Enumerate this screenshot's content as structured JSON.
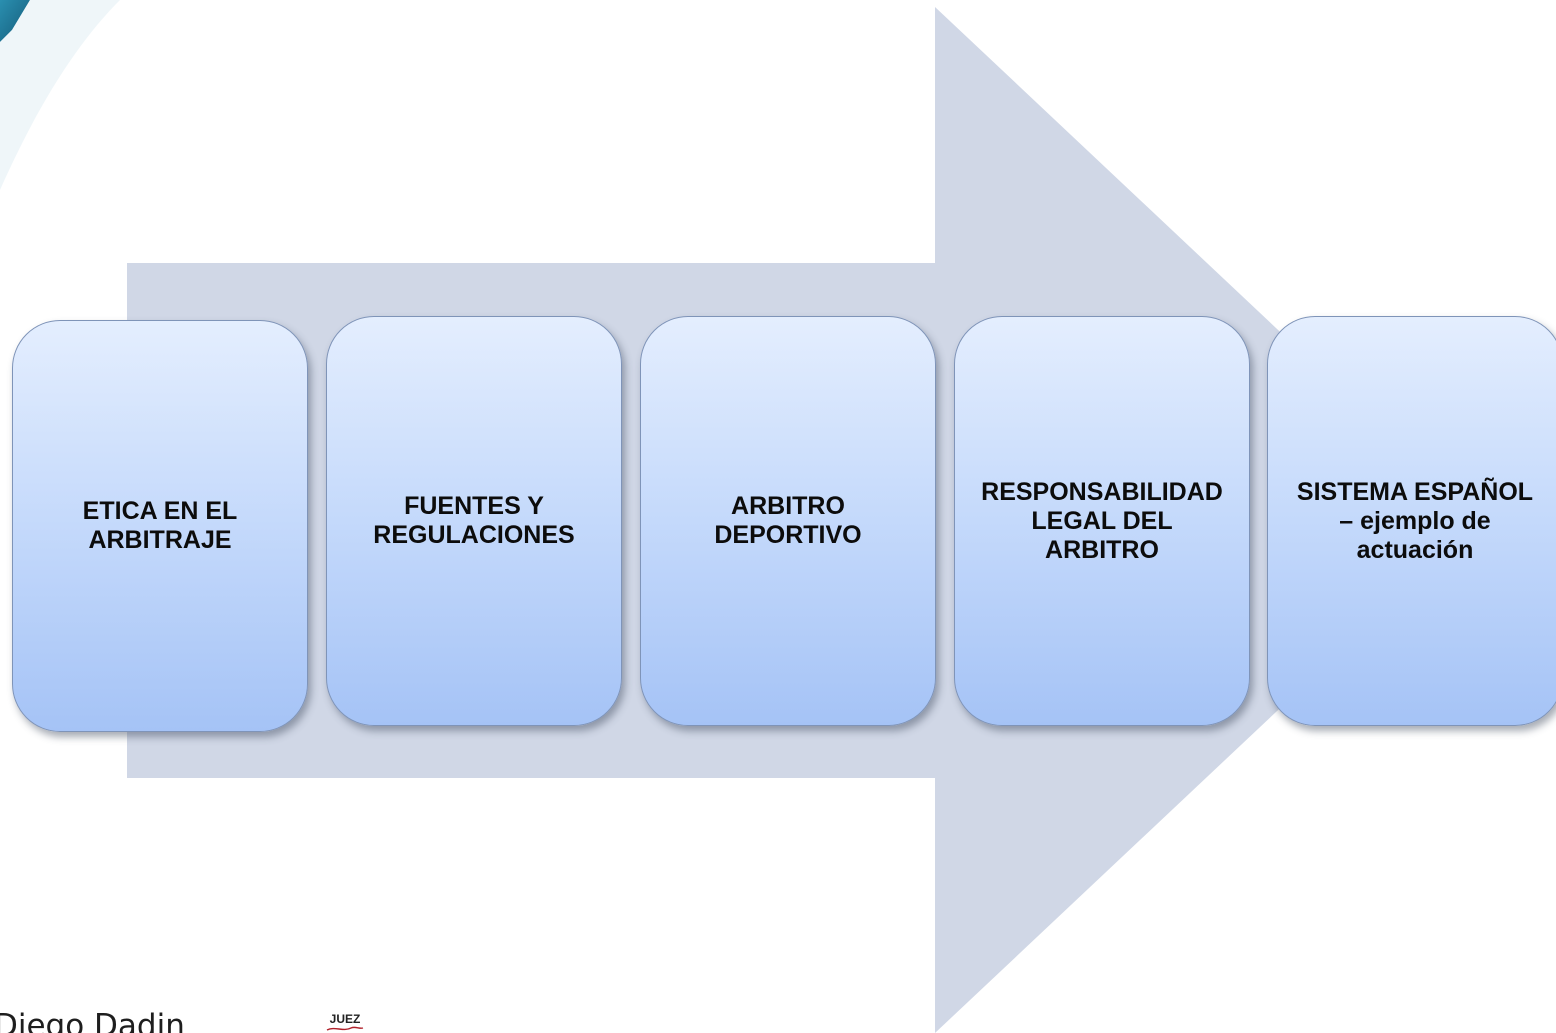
{
  "colors": {
    "arrow_fill": "#d0d7e6",
    "box_top": "#e4eefe",
    "box_bottom": "#a5c3f6",
    "box_border": "#7f94b8",
    "corner_accent": "#1f7a9a"
  },
  "steps": [
    {
      "label": "ETICA EN EL\nARBITRAJE"
    },
    {
      "label": "FUENTES Y\nREGULACIONES"
    },
    {
      "label": "ARBITRO\nDEPORTIVO"
    },
    {
      "label": "RESPONSABILIDAD\nLEGAL DEL\nARBITRO"
    },
    {
      "label": "SISTEMA ESPAÑOL\n– ejemplo de\nactuación"
    }
  ],
  "footer": {
    "author": "Diego Dadin",
    "logo_text": "JUEZ"
  }
}
